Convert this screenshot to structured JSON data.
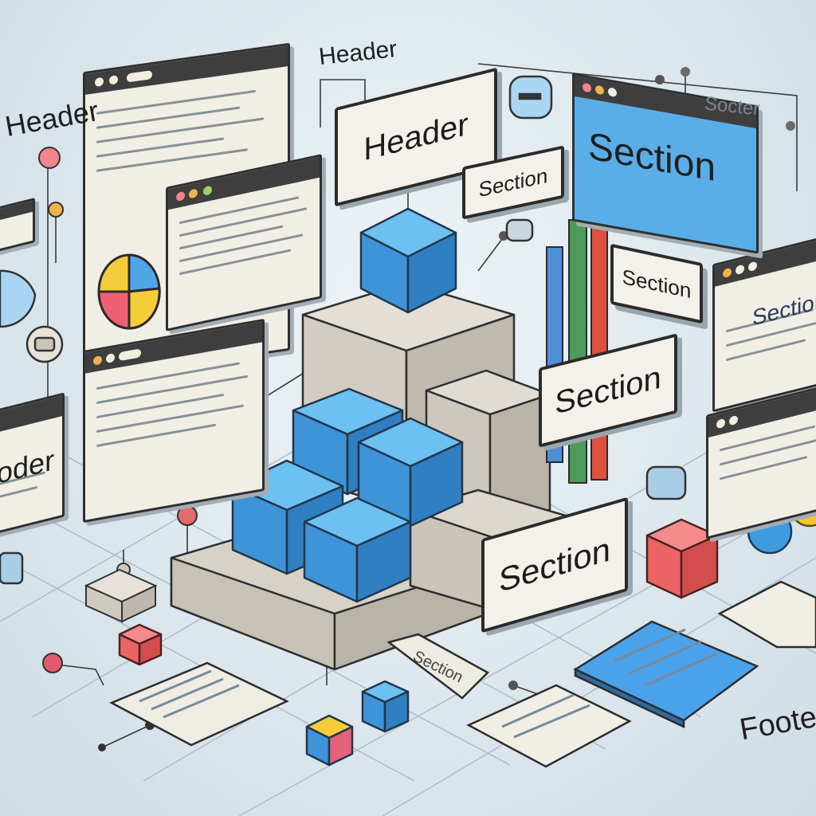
{
  "labels": {
    "header_top_left": "Header",
    "header_top_center": "Header",
    "header_plate": "Header",
    "header_left_edge": "oder",
    "section_small_plate": "Section",
    "section_blue_plate": "Section",
    "section_mid_plate": "Section",
    "section_right_plate": "Section",
    "section_bottom_plate": "Section",
    "section_window_right": "Section",
    "section_faint_top": "Socter",
    "section_floor_tile": "Section",
    "footer": "Footer"
  },
  "colors": {
    "accent_blue": "#4ea6e6",
    "block_grey": "#d8d4cb",
    "red_cube": "#f06a6a",
    "yellow": "#f5cc3a",
    "dark_outline": "#2b2b2b",
    "chart_red": "#e0503e",
    "chart_green": "#4e9a5a"
  },
  "icons": [
    "pie-chart-icon",
    "bar-chart-icon",
    "cube-icon",
    "sphere-icon",
    "connector-node-icon"
  ]
}
